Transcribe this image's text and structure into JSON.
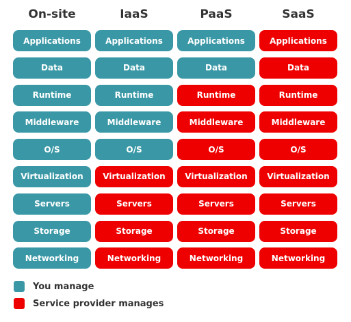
{
  "columns": [
    "On-site",
    "IaaS",
    "PaaS",
    "SaaS"
  ],
  "rows": [
    "Applications",
    "Data",
    "Runtime",
    "Middleware",
    "O/S",
    "Virtualization",
    "Servers",
    "Storage",
    "Networking"
  ],
  "provider_managed_from_row": {
    "On-site": null,
    "IaaS": "Virtualization",
    "PaaS": "Runtime",
    "SaaS": "Applications"
  },
  "legend": {
    "you_manage": "You manage",
    "provider_manages": "Service provider manages"
  },
  "colors": {
    "you_manage": "#3a98a6",
    "provider_manages": "#ee0000",
    "header_text": "#333333"
  }
}
